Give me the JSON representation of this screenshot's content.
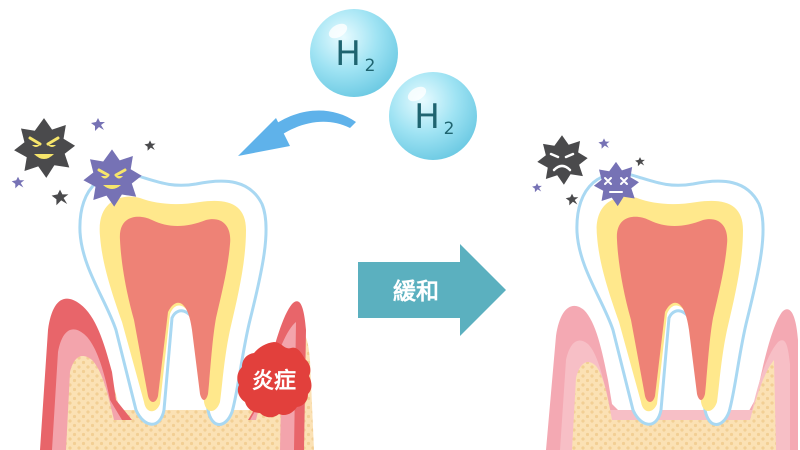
{
  "molecules": [
    {
      "element": "H",
      "subscript": "2"
    },
    {
      "element": "H",
      "subscript": "2"
    }
  ],
  "arrow_label": "緩和",
  "inflammation_label": "炎症",
  "colors": {
    "gum_inflamed": "#e8656a",
    "gum_healthy": "#f4a9b3",
    "bone": "#fbe3b8",
    "enamel_outline": "#a9d8f2",
    "dentin": "#ffe88c",
    "pulp": "#ee8276",
    "molecule": "#8fdcf0",
    "curved_arrow": "#5fb2ea",
    "process_arrow": "#5bb0bf",
    "inflammation_badge": "#e2403c",
    "bacteria_dark": "#4a4a4c",
    "bacteria_purple": "#7672b5"
  }
}
